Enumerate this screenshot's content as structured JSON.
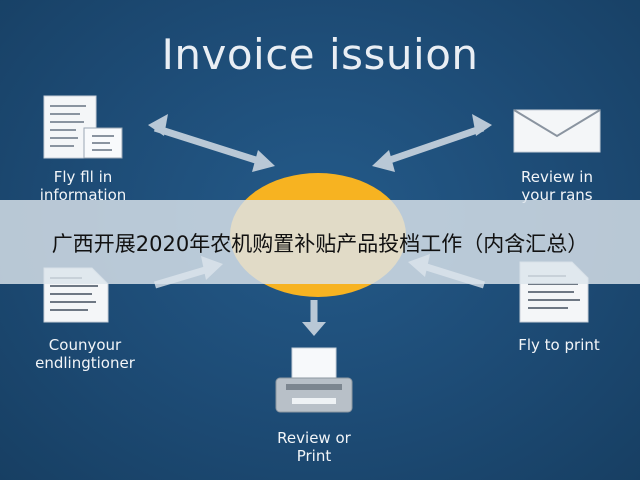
{
  "diagram": {
    "title": "Invoice issuion",
    "nodes": {
      "fill_info": "Fly fll in\ninformation",
      "review_email": "Review in\nyour rans",
      "count_your": "Counyour\nendlingtioner",
      "fly_print": "Fly to print",
      "review_print": "Review or\nPrint"
    }
  },
  "overlay": {
    "banner_text": "广西开展2020年农机购置补贴产品投档工作（内含汇总）"
  },
  "colors": {
    "background": "#1d4b75",
    "center_circle": "#f7b321",
    "arrow": "#b9c8d6",
    "banner": "#dfe6ed"
  }
}
